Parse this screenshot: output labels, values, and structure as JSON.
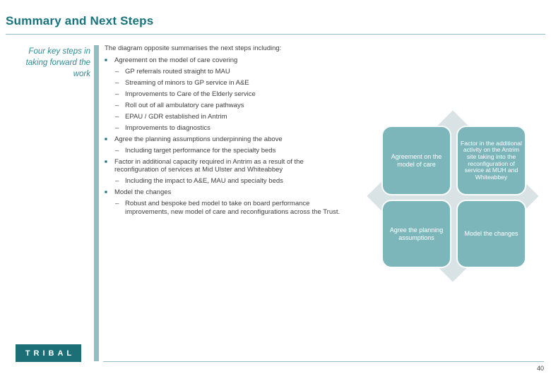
{
  "slide": {
    "title": "Summary and Next Steps",
    "page_number": "40"
  },
  "sidebar": {
    "caption": "Four key steps in taking forward the work"
  },
  "content": {
    "intro": "The diagram opposite summarises the next steps including:",
    "items": [
      {
        "level": 1,
        "text": "Agreement on the model of care covering"
      },
      {
        "level": 2,
        "text": "GP referrals routed straight to MAU"
      },
      {
        "level": 2,
        "text": "Streaming of minors to GP service in A&E"
      },
      {
        "level": 2,
        "text": "Improvements to Care of the Elderly service"
      },
      {
        "level": 2,
        "text": "Roll out of all ambulatory care pathways"
      },
      {
        "level": 2,
        "text": "EPAU / GDR established in Antrim"
      },
      {
        "level": 2,
        "text": "Improvements to diagnostics"
      },
      {
        "level": 1,
        "text": "Agree the planning assumptions underpinning the above"
      },
      {
        "level": 2,
        "text": "Including target performance for the specialty beds"
      },
      {
        "level": 1,
        "text": "Factor in additional capacity required in Antrim as a result of the reconfiguration of services at Mid Ulster and Whiteabbey"
      },
      {
        "level": 2,
        "text": "Including the impact to A&E, MAU and specialty beds"
      },
      {
        "level": 1,
        "text": "Model the changes"
      },
      {
        "level": 2,
        "text": "Robust and bespoke bed model to take on board performance improvements, new model of care and reconfigurations across the Trust."
      }
    ]
  },
  "diagram": {
    "boxes": [
      {
        "label": "Agreement on the model of care"
      },
      {
        "label": "Factor in the additional activity on the Antrim site taking into the reconfiguration of service at MUH and Whiteabbey"
      },
      {
        "label": "Agree the planning assumptions"
      },
      {
        "label": "Model the changes"
      }
    ]
  },
  "footer": {
    "logo_text": "TRIBAL"
  },
  "colors": {
    "title_teal": "#17747D",
    "rule_teal": "#93BCC9",
    "accent_bar": "#8FBEC3",
    "caption_teal": "#2F8A93",
    "bullet_square": "#17727B",
    "body_text": "#404040",
    "box_fill": "#7CB6BB",
    "diamond_fill": "#D9E3E5",
    "logo_bg": "#1D6F77"
  }
}
